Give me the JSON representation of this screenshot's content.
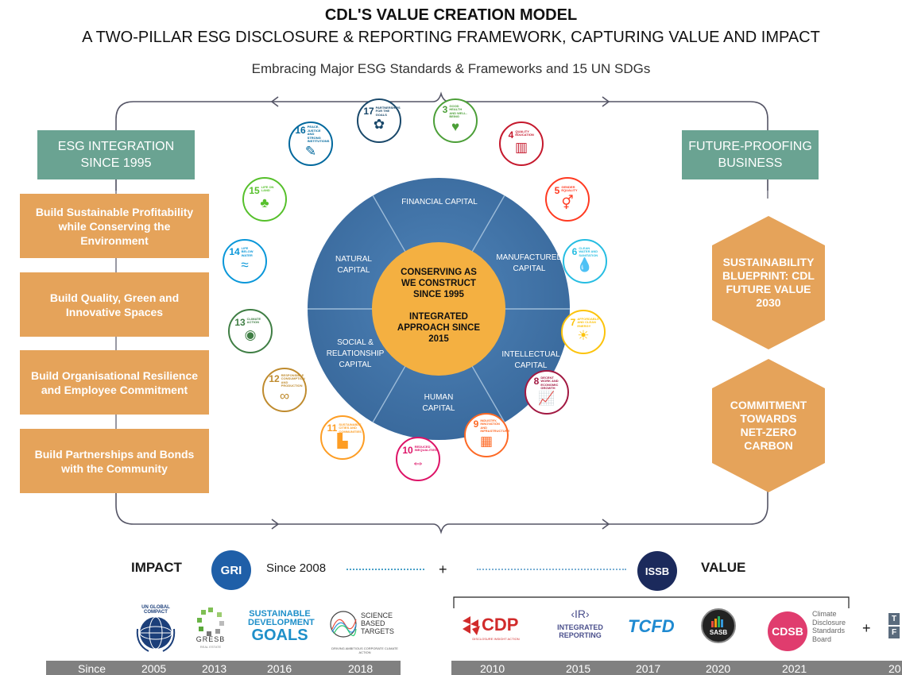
{
  "header": {
    "title": "CDL'S VALUE CREATION MODEL",
    "subtitle": "A TWO-PILLAR ESG DISCLOSURE & REPORTING FRAMEWORK, CAPTURING VALUE AND IMPACT",
    "tagline": "Embracing Major ESG Standards & Frameworks and 15 UN SDGs"
  },
  "left_pillar": {
    "header": "ESG INTEGRATION SINCE 1995",
    "items": [
      "Build Sustainable Profitability while Conserving the Environment",
      "Build Quality, Green and Innovative Spaces",
      "Build Organisational Resilience and Employee Commitment",
      "Build Partnerships and Bonds with the Community"
    ]
  },
  "right_pillar": {
    "header": "FUTURE-PROOFING BUSINESS",
    "items": [
      "SUSTAINABILITY BLUEPRINT: CDL FUTURE VALUE 2030",
      "COMMITMENT TOWARDS NET-ZERO CARBON"
    ]
  },
  "wheel": {
    "center_line1": "CONSERVING AS WE CONSTRUCT SINCE 1995",
    "center_line2": "INTEGRATED APPROACH SINCE 2015",
    "capitals": {
      "financial": "FINANCIAL CAPITAL",
      "manufactured": "MANUFACTURED CAPITAL",
      "intellectual": "INTELLECTUAL CAPITAL",
      "human": "HUMAN CAPITAL",
      "social": "SOCIAL & RELATIONSHIP CAPITAL",
      "natural": "NATURAL CAPITAL"
    },
    "colors": {
      "wheel": "#3f72a6",
      "center": "#f4b041"
    }
  },
  "sdgs": [
    {
      "num": "17",
      "label": "PARTNERSHIPS FOR THE GOALS",
      "icon": "partnership-flower-icon",
      "glyph": "✿",
      "color": "#19486a"
    },
    {
      "num": "3",
      "label": "GOOD HEALTH AND WELL-BEING",
      "icon": "heartbeat-icon",
      "glyph": "♥",
      "color": "#4c9f38"
    },
    {
      "num": "4",
      "label": "QUALITY EDUCATION",
      "icon": "book-icon",
      "glyph": "▥",
      "color": "#c5192d"
    },
    {
      "num": "5",
      "label": "GENDER EQUALITY",
      "icon": "gender-icon",
      "glyph": "⚥",
      "color": "#ff3a21"
    },
    {
      "num": "6",
      "label": "CLEAN WATER AND SANITATION",
      "icon": "water-drop-icon",
      "glyph": "💧",
      "color": "#26bde2"
    },
    {
      "num": "7",
      "label": "AFFORDABLE AND CLEAN ENERGY",
      "icon": "sun-icon",
      "glyph": "☀",
      "color": "#fcc30b"
    },
    {
      "num": "8",
      "label": "DECENT WORK AND ECONOMIC GROWTH",
      "icon": "growth-chart-icon",
      "glyph": "📈",
      "color": "#a21942"
    },
    {
      "num": "9",
      "label": "INDUSTRY, INNOVATION AND INFRASTRUCTURE",
      "icon": "cubes-icon",
      "glyph": "▦",
      "color": "#fd6925"
    },
    {
      "num": "10",
      "label": "REDUCED INEQUALITIES",
      "icon": "equality-icon",
      "glyph": "⇔",
      "color": "#dd1367"
    },
    {
      "num": "11",
      "label": "SUSTAINABLE CITIES AND COMMUNITIES",
      "icon": "city-icon",
      "glyph": "▙",
      "color": "#fd9d24"
    },
    {
      "num": "12",
      "label": "RESPONSIBLE CONSUMPTION AND PRODUCTION",
      "icon": "infinity-icon",
      "glyph": "∞",
      "color": "#bf8b2e"
    },
    {
      "num": "13",
      "label": "CLIMATE ACTION",
      "icon": "eye-globe-icon",
      "glyph": "◉",
      "color": "#3f7e44"
    },
    {
      "num": "14",
      "label": "LIFE BELOW WATER",
      "icon": "fish-icon",
      "glyph": "≈",
      "color": "#0a97d9"
    },
    {
      "num": "15",
      "label": "LIFE ON LAND",
      "icon": "tree-icon",
      "glyph": "♣",
      "color": "#56c02b"
    },
    {
      "num": "16",
      "label": "PEACE, JUSTICE AND STRONG INSTITUTIONS",
      "icon": "dove-icon",
      "glyph": "✎",
      "color": "#00689d"
    }
  ],
  "bottom": {
    "impact_label": "IMPACT",
    "gri": "GRI",
    "gri_since": "Since 2008",
    "plus": "+",
    "issb": "ISSB",
    "value_label": "VALUE",
    "left_logos": {
      "ungc": "UN GLOBAL COMPACT",
      "gresb": "GRESB",
      "gresb_sub": "REAL ESTATE",
      "sdg_line1": "SUSTAINABLE",
      "sdg_line2": "DEVELOPMENT",
      "sdg_line3": "GOALS",
      "sbt_line1": "SCIENCE",
      "sbt_line2": "BASED",
      "sbt_line3": "TARGETS",
      "sbt_sub": "DRIVING AMBITIOUS CORPORATE CLIMATE ACTION"
    },
    "right_logos": {
      "cdp": "CDP",
      "cdp_sub": "DISCLOSURE INSIGHT ACTION",
      "ir_mark": "‹IR›",
      "ir_line1": "INTEGRATED",
      "ir_line2": "REPORTING",
      "tcfd": "TCFD",
      "sasb": "SASB",
      "cdsb": "CDSB",
      "cdsb_desc1": "Climate",
      "cdsb_desc2": "Disclosure",
      "cdsb_desc3": "Standards",
      "cdsb_desc4": "Board",
      "plus": "+",
      "tnfd_t": "T",
      "tnfd_f": "F"
    },
    "left_years": [
      "Since",
      "2005",
      "2013",
      "2016",
      "2018"
    ],
    "right_years": [
      "2010",
      "2015",
      "2017",
      "2020",
      "2021",
      "20"
    ]
  }
}
